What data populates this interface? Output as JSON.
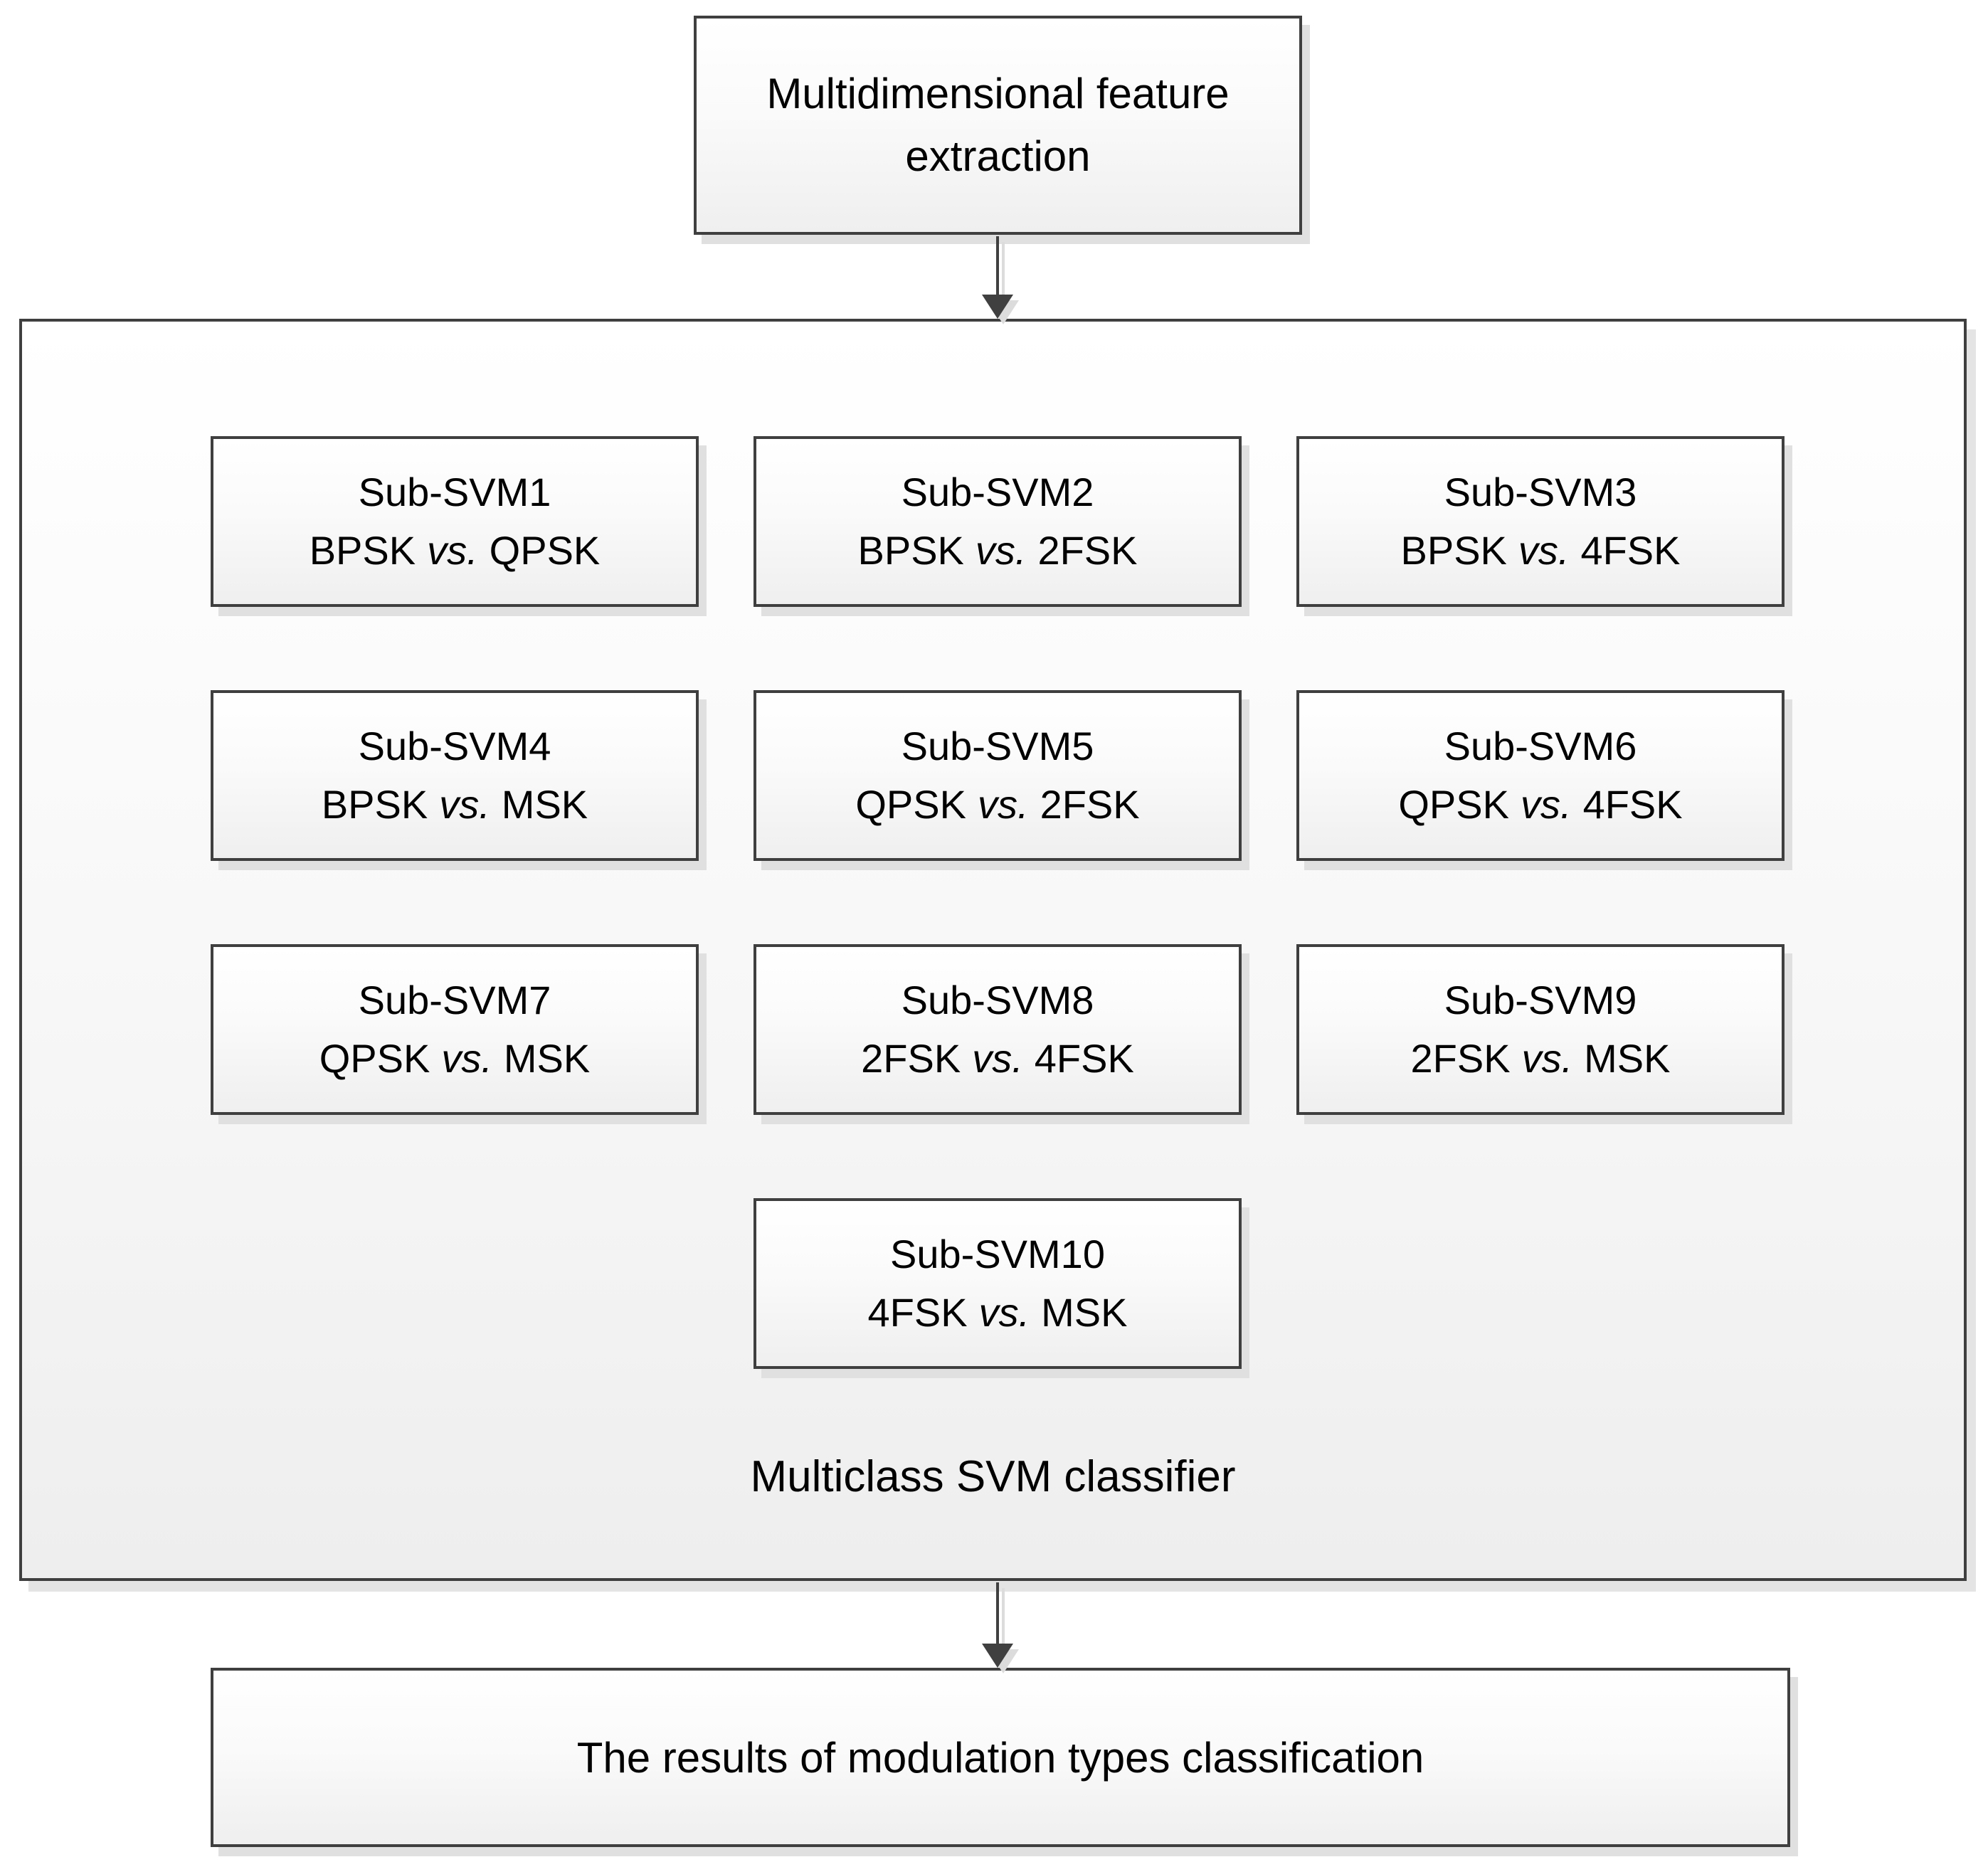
{
  "top_box": {
    "label": "Multidimensional feature extraction"
  },
  "classifier": {
    "label": "Multiclass SVM classifier",
    "sub_svms": [
      {
        "name": "Sub-SVM1",
        "left": "BPSK",
        "vs": "vs.",
        "right": "QPSK"
      },
      {
        "name": "Sub-SVM2",
        "left": "BPSK",
        "vs": "vs.",
        "right": "2FSK"
      },
      {
        "name": "Sub-SVM3",
        "left": "BPSK",
        "vs": "vs.",
        "right": "4FSK"
      },
      {
        "name": "Sub-SVM4",
        "left": "BPSK",
        "vs": "vs.",
        "right": "MSK"
      },
      {
        "name": "Sub-SVM5",
        "left": "QPSK",
        "vs": "vs.",
        "right": "2FSK"
      },
      {
        "name": "Sub-SVM6",
        "left": "QPSK",
        "vs": "vs.",
        "right": "4FSK"
      },
      {
        "name": "Sub-SVM7",
        "left": "QPSK",
        "vs": "vs.",
        "right": "MSK"
      },
      {
        "name": "Sub-SVM8",
        "left": "2FSK",
        "vs": "vs.",
        "right": "4FSK"
      },
      {
        "name": "Sub-SVM9",
        "left": "2FSK",
        "vs": "vs.",
        "right": "MSK"
      },
      {
        "name": "Sub-SVM10",
        "left": "4FSK",
        "vs": "vs.",
        "right": "MSK"
      }
    ]
  },
  "result_box": {
    "label": "The results of modulation types classification"
  },
  "colors": {
    "border": "#3f3f3f",
    "arrow": "#404040",
    "box_fill_top": "#ffffff",
    "box_fill_bottom": "#efefef",
    "shadow": "#e0e0e0",
    "text": "#000000",
    "background": "#ffffff"
  }
}
